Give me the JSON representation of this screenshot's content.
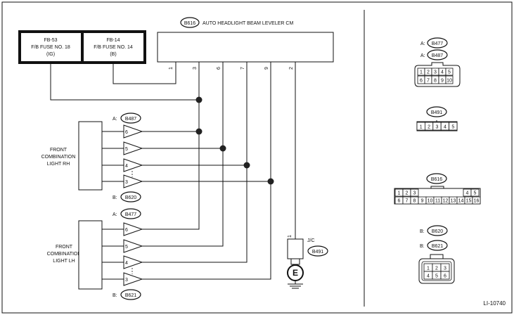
{
  "fuses": [
    {
      "line1": "FB-53",
      "line2": "F/B FUSE NO. 18",
      "line3": "(IG)"
    },
    {
      "line1": "FB-14",
      "line2": "F/B FUSE NO. 14",
      "line3": "(B)"
    }
  ],
  "module": {
    "tag": "B616",
    "title": "AUTO HEADLIGHT BEAM LEVELER CM",
    "pins": [
      "1",
      "3",
      "6",
      "7",
      "9",
      "2"
    ]
  },
  "light_rh": {
    "line1": "FRONT",
    "line2": "COMBINATION",
    "line3": "LIGHT RH",
    "prefix_a": "A:",
    "tag_a": "B487",
    "prefix_b": "B:",
    "tag_b": "B620",
    "pins": [
      "6",
      "5",
      "4",
      "3"
    ]
  },
  "light_lh": {
    "line1": "FRONT",
    "line2": "COMBINATION",
    "line3": "LIGHT LH",
    "prefix_a": "A:",
    "tag_a": "B477",
    "prefix_b": "B:",
    "tag_b": "B621",
    "pins": [
      "6",
      "5",
      "4",
      "3"
    ]
  },
  "jc": {
    "label": "J/C",
    "tag": "B491",
    "pin": "1",
    "ground_symbol": "E"
  },
  "connectors": {
    "c1": {
      "prefix_a": "A:",
      "tag_a": "B477",
      "prefix_b": "A:",
      "tag_b": "B487",
      "row1": [
        "1",
        "2",
        "3",
        "4",
        "5"
      ],
      "row2": [
        "6",
        "7",
        "8",
        "9",
        "10"
      ]
    },
    "c2": {
      "tag": "B491",
      "row1": [
        "1",
        "2",
        "3",
        "4",
        "5"
      ]
    },
    "c3": {
      "tag": "B616",
      "row1_left": [
        "1",
        "2",
        "3"
      ],
      "row1_right": [
        "4",
        "5"
      ],
      "row2": [
        "6",
        "7",
        "8",
        "9",
        "10",
        "11",
        "12",
        "13",
        "14",
        "15",
        "16"
      ]
    },
    "c4": {
      "prefix_a": "B:",
      "tag_a": "B620",
      "prefix_b": "B:",
      "tag_b": "B621",
      "row1": [
        "1",
        "2",
        "3"
      ],
      "row2": [
        "4",
        "5",
        "6"
      ]
    }
  },
  "figure_id": "LI-10740"
}
